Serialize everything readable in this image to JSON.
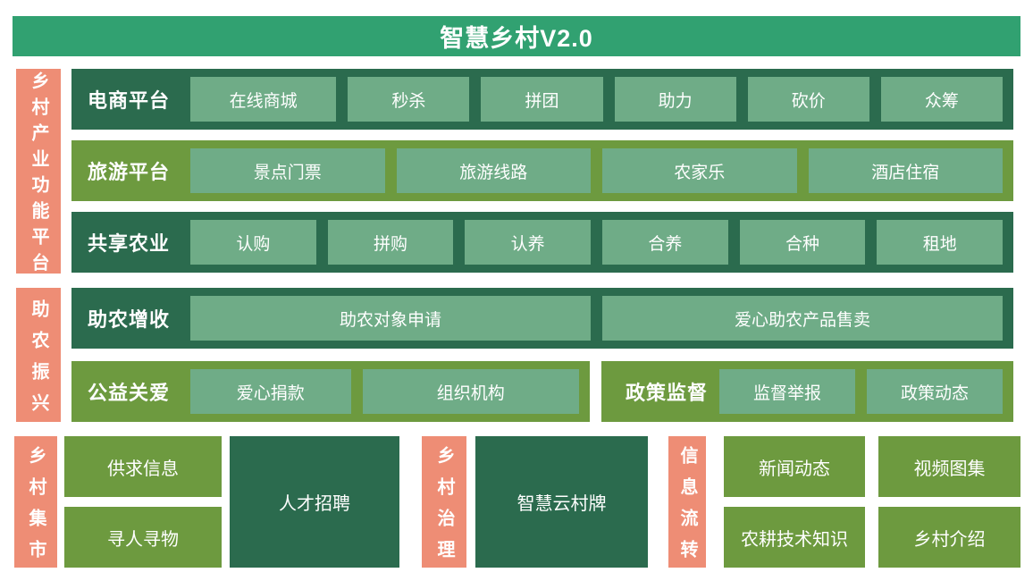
{
  "header": {
    "title": "智慧乡村V2.0"
  },
  "colors": {
    "header_green": "#31A171",
    "dark_green": "#2B6B4E",
    "olive_green": "#6D9A3F",
    "chip_green": "#6FAC87",
    "salmon": "#EE8D75"
  },
  "sections": {
    "industry": {
      "sidebar_label": "乡村产业功能平台",
      "rows": [
        {
          "label": "电商平台",
          "items": [
            "在线商城",
            "秒杀",
            "拼团",
            "助力",
            "砍价",
            "众筹"
          ]
        },
        {
          "label": "旅游平台",
          "items": [
            "景点门票",
            "旅游线路",
            "农家乐",
            "酒店住宿"
          ]
        },
        {
          "label": "共享农业",
          "items": [
            "认购",
            "拼购",
            "认养",
            "合养",
            "合种",
            "租地"
          ]
        }
      ]
    },
    "assist": {
      "sidebar_label": "助农振兴",
      "rows": [
        {
          "label": "助农增收",
          "items": [
            "助农对象申请",
            "爱心助农产品售卖"
          ]
        },
        {
          "label": "公益关爱",
          "items": [
            "爱心捐款",
            "组织机构"
          ]
        },
        {
          "label": "政策监督",
          "items": [
            "监督举报",
            "政策动态"
          ]
        }
      ]
    },
    "market": {
      "sidebar_label": "乡村集市",
      "items": [
        "供求信息",
        "寻人寻物",
        "人才招聘"
      ]
    },
    "governance": {
      "sidebar_label": "乡村治理",
      "items": [
        "智慧云村牌"
      ]
    },
    "info_flow": {
      "sidebar_label": "信息流转",
      "items": [
        "新闻动态",
        "视频图集",
        "农耕技术知识",
        "乡村介绍"
      ]
    }
  }
}
